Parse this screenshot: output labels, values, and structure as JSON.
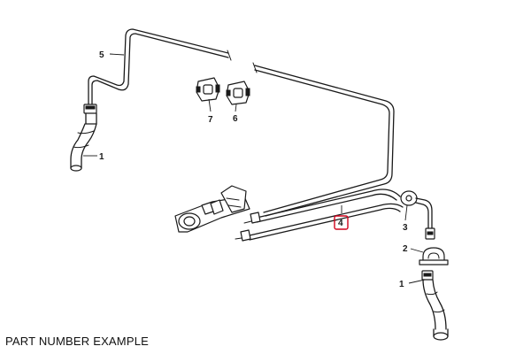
{
  "caption": "PART NUMBER EXAMPLE",
  "callouts": {
    "c1a": "1",
    "c1b": "1",
    "c2": "2",
    "c3": "3",
    "c4": "4",
    "c5": "5",
    "c6": "6",
    "c7": "7"
  },
  "highlighted_callout": "4",
  "colors": {
    "ink": "#1a1a1a",
    "highlight": "#d0021b",
    "background": "#ffffff"
  }
}
